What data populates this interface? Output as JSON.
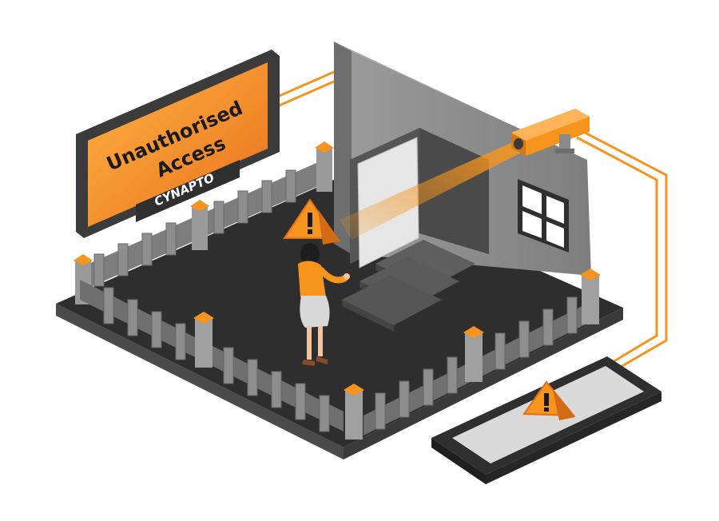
{
  "sign": {
    "line1": "Unauthorised",
    "line2": "Access",
    "brand": "CYNAPTO"
  },
  "icons": {
    "warning_scene": "warning-icon",
    "warning_phone": "warning-icon",
    "camera": "security-camera-icon"
  },
  "colors": {
    "accent": "#F7941D",
    "accent_dark": "#E0701A",
    "wall": "#8E8E8E",
    "wall_dark": "#6E6E6E",
    "floor": "#2E2E2E",
    "floor_edge": "#4A4A4A",
    "fence": "#8A8A8A",
    "screen_bezel": "#3B3B3B",
    "phone_screen": "#D9D9D9"
  }
}
